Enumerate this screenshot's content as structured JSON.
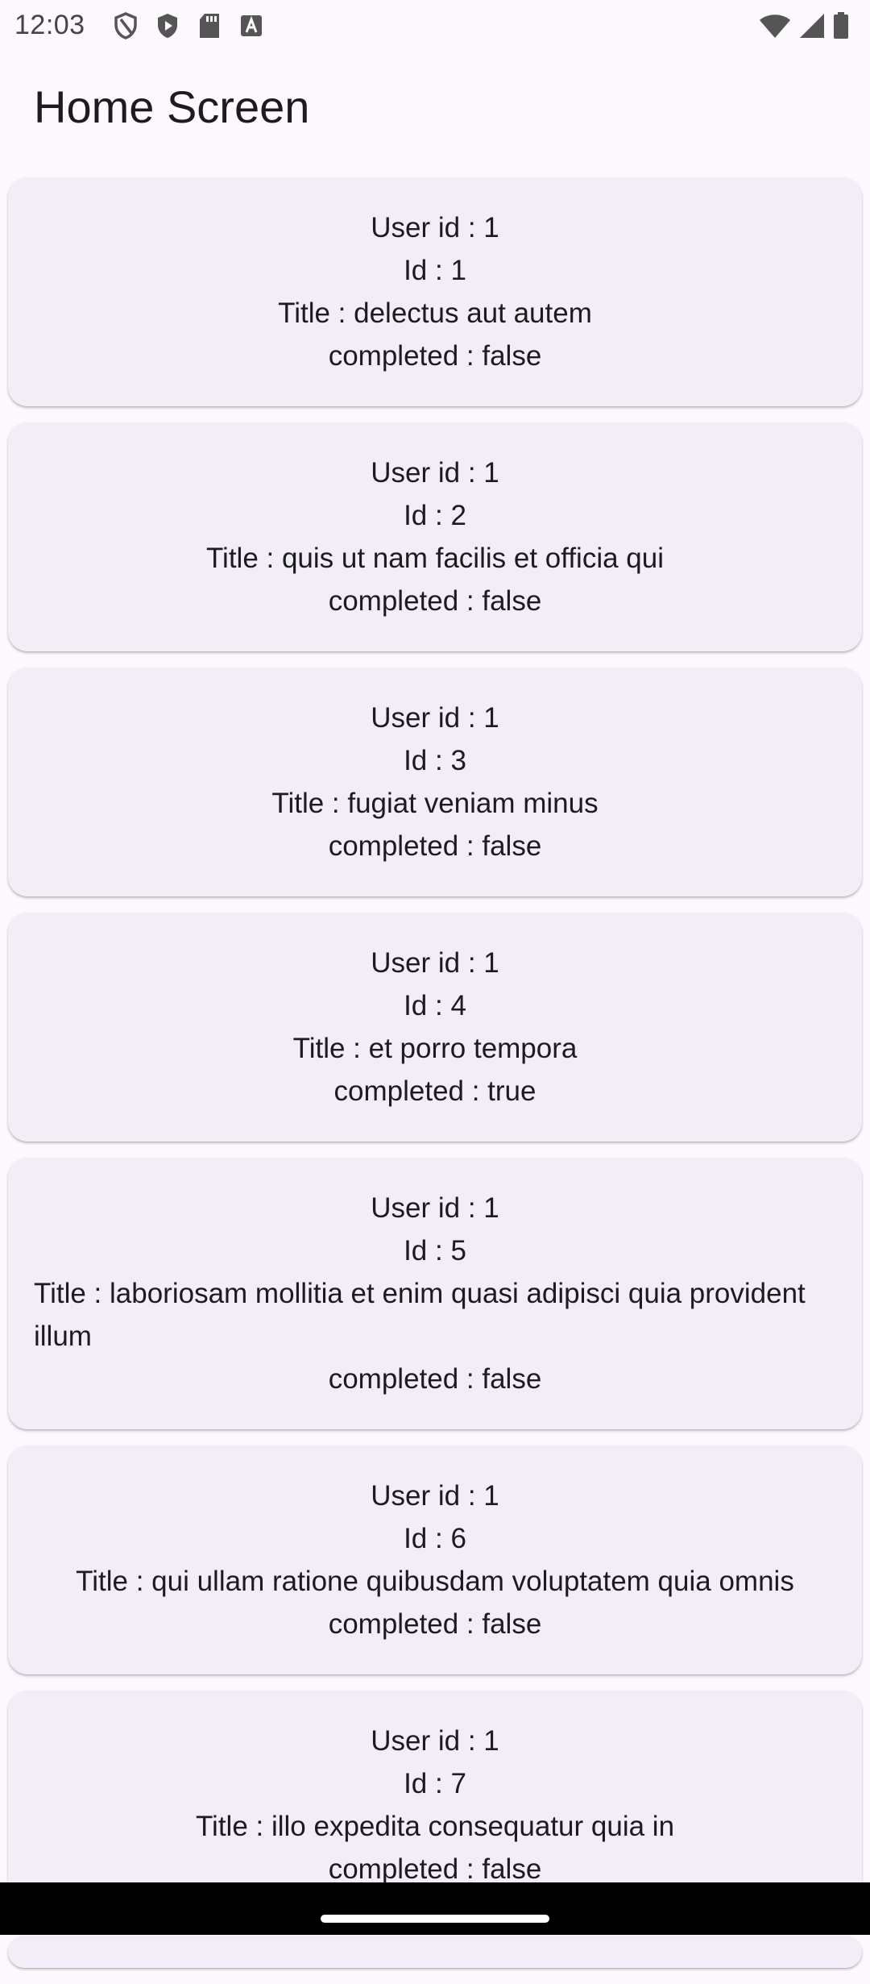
{
  "status_bar": {
    "time": "12:03",
    "left_icons": [
      "shield-outline-icon",
      "shield-play-icon",
      "sd-card-icon",
      "font-a-icon"
    ],
    "right_icons": [
      "wifi-icon",
      "cellular-signal-icon",
      "battery-icon"
    ]
  },
  "app_bar": {
    "title": "Home Screen"
  },
  "todos": [
    {
      "user_id": "User id : 1",
      "id": "Id : 1",
      "title": "Title : delectus aut autem",
      "completed": "completed : false"
    },
    {
      "user_id": "User id : 1",
      "id": "Id : 2",
      "title": "Title : quis ut nam facilis et officia qui",
      "completed": "completed : false"
    },
    {
      "user_id": "User id : 1",
      "id": "Id : 3",
      "title": "Title : fugiat veniam minus",
      "completed": "completed : false"
    },
    {
      "user_id": "User id : 1",
      "id": "Id : 4",
      "title": "Title : et porro tempora",
      "completed": "completed : true"
    },
    {
      "user_id": "User id : 1",
      "id": "Id : 5",
      "title": "Title : laboriosam mollitia et enim quasi adipisci quia provident illum",
      "completed": "completed : false"
    },
    {
      "user_id": "User id : 1",
      "id": "Id : 6",
      "title": "Title : qui ullam ratione quibusdam voluptatem quia omnis",
      "completed": "completed : false"
    },
    {
      "user_id": "User id : 1",
      "id": "Id : 7",
      "title": "Title : illo expedita consequatur quia in",
      "completed": "completed : false"
    }
  ],
  "colors": {
    "background": "#fdf8fd",
    "card": "#f3edf7",
    "text": "#1c1b1f",
    "nav_bar": "#000000"
  }
}
